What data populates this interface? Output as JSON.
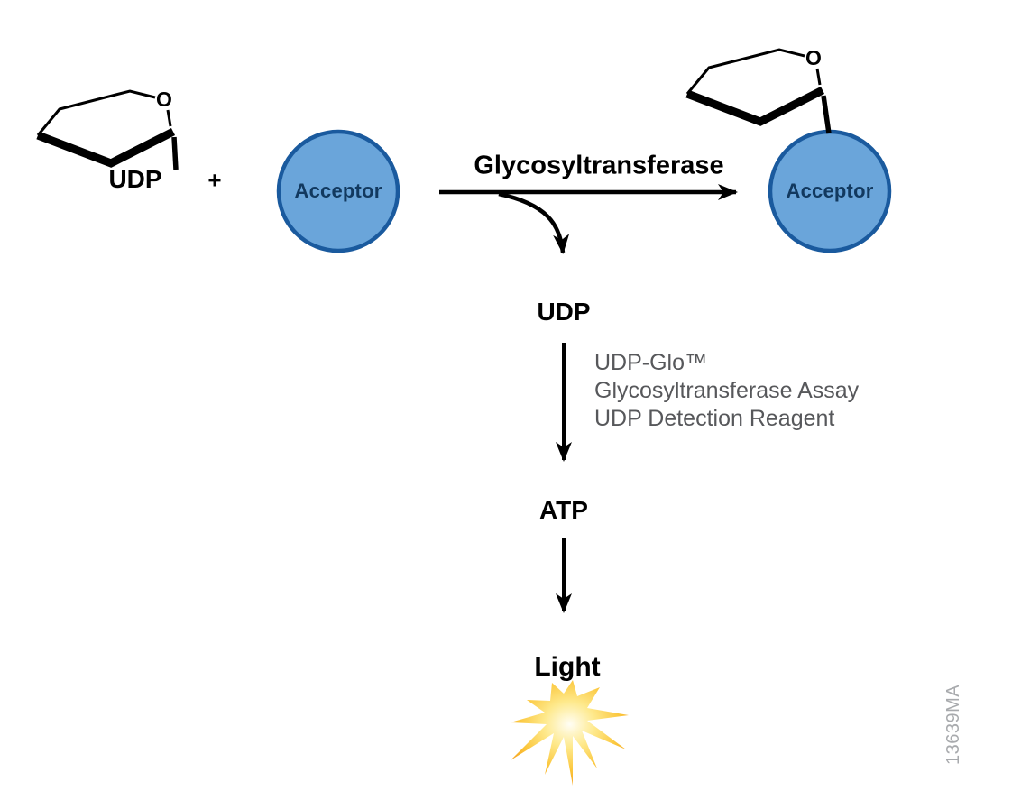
{
  "figure": {
    "donor": {
      "ring_oxygen": "O",
      "label": "UDP"
    },
    "plus_sign": "+",
    "substrate": {
      "label": "Acceptor"
    },
    "enzyme": {
      "label": "Glycosyltransferase"
    },
    "product": {
      "ring_oxygen": "O",
      "acceptor_label": "Acceptor"
    },
    "byproduct": {
      "label": "UDP"
    },
    "detection_reagent": {
      "line1": "UDP-Glo™",
      "line2": "Glycosyltransferase Assay",
      "line3": "UDP Detection Reagent"
    },
    "atp": {
      "label": "ATP"
    },
    "light": {
      "label": "Light"
    },
    "figure_id": "13639MA",
    "colors": {
      "acceptor_fill": "#6AA5DA",
      "acceptor_stroke": "#1A5A9E",
      "acceptor_text": "#12395F",
      "line_color": "#000000",
      "reagent_text": "#57585B",
      "figure_id_text": "#A8AAAD",
      "star_outer": "#F49C1C",
      "star_mid": "#FBC63B",
      "star_inner": "#FFFEF5"
    }
  }
}
